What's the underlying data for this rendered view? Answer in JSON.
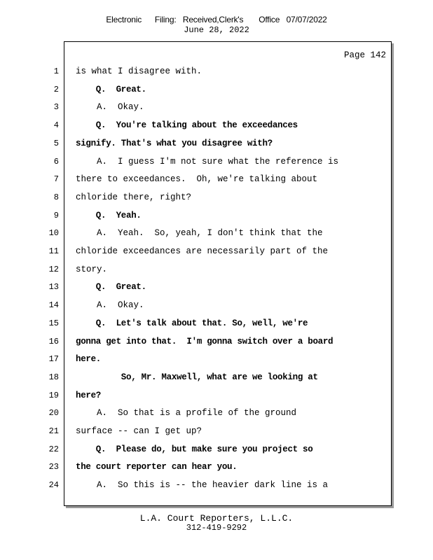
{
  "header": {
    "filing_line": "Electronic      Filing:   Received,Clerk's       Office   07/07/2022",
    "date": "June 28, 2022"
  },
  "page": {
    "page_label": "Page 142"
  },
  "lines": [
    {
      "num": "1",
      "text": "is what I disagree with.",
      "q": false
    },
    {
      "num": "2",
      "text": "    Q.  Great.",
      "q": true
    },
    {
      "num": "3",
      "text": "    A.  Okay.",
      "q": false
    },
    {
      "num": "4",
      "text": "    Q.  You're talking about the exceedances",
      "q": true
    },
    {
      "num": "5",
      "text": "signify. That's what you disagree with?",
      "q": true
    },
    {
      "num": "6",
      "text": "    A.  I guess I'm not sure what the reference is",
      "q": false
    },
    {
      "num": "7",
      "text": "there to exceedances.  Oh, we're talking about",
      "q": false
    },
    {
      "num": "8",
      "text": "chloride there, right?",
      "q": false
    },
    {
      "num": "9",
      "text": "    Q.  Yeah.",
      "q": true
    },
    {
      "num": "10",
      "text": "    A.  Yeah.  So, yeah, I don't think that the",
      "q": false
    },
    {
      "num": "11",
      "text": "chloride exceedances are necessarily part of the",
      "q": false
    },
    {
      "num": "12",
      "text": "story.",
      "q": false
    },
    {
      "num": "13",
      "text": "    Q.  Great.",
      "q": true
    },
    {
      "num": "14",
      "text": "    A.  Okay.",
      "q": false
    },
    {
      "num": "15",
      "text": "    Q.  Let's talk about that. So, well, we're",
      "q": true
    },
    {
      "num": "16",
      "text": "gonna get into that.  I'm gonna switch over a board",
      "q": true
    },
    {
      "num": "17",
      "text": "here.",
      "q": true
    },
    {
      "num": "18",
      "text": "         So, Mr. Maxwell, what are we looking at",
      "q": true
    },
    {
      "num": "19",
      "text": "here?",
      "q": true
    },
    {
      "num": "20",
      "text": "    A.  So that is a profile of the ground",
      "q": false
    },
    {
      "num": "21",
      "text": "surface -- can I get up?",
      "q": false
    },
    {
      "num": "22",
      "text": "    Q.  Please do, but make sure you project so",
      "q": true
    },
    {
      "num": "23",
      "text": "the court reporter can hear you.",
      "q": true
    },
    {
      "num": "24",
      "text": "    A.  So this is -- the heavier dark line is a",
      "q": false
    }
  ],
  "footer": {
    "company": "L.A. Court Reporters, L.L.C.",
    "phone": "312-419-9292"
  }
}
